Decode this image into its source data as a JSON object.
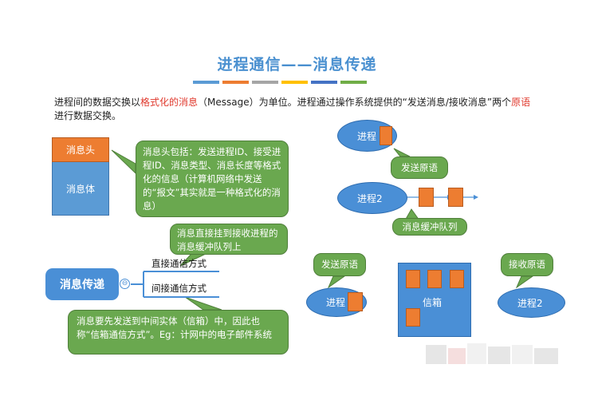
{
  "title": "进程通信——消息传递",
  "stripe_colors": [
    "#5b9bd5",
    "#ed7d31",
    "#a5a5a5",
    "#ffc000",
    "#4472c4",
    "#70ad47"
  ],
  "intro": {
    "part1": "进程间的数据交换以",
    "highlight1": "格式化的消息",
    "part2": "（Message）为单位。进程通过操作系统提供的“发送消息/接收消息”两个",
    "highlight2": "原语",
    "part3": "进行数据交换。"
  },
  "message_block": {
    "header": "消息头",
    "body": "消息体"
  },
  "header_callout": "消息头包括：发送进程ID、接受进程ID、消息类型、消息长度等格式化的信息（计算机网络中发送的“报文”其实就是一种格式化的消息）",
  "mindmap": {
    "root": "消息传递",
    "collapse_symbol": "⊖",
    "branch_direct": "直接通信方式",
    "branch_indirect": "间接通信方式",
    "direct_note": "消息直接挂到接收进程的消息缓冲队列上",
    "indirect_note": "消息要先发送到中间实体（信箱）中，因此也称“信箱通信方式”。Eg：计网中的电子邮件系统"
  },
  "direct_diagram": {
    "process1": "进程",
    "send_primitive": "发送原语",
    "process2": "进程2",
    "queue_label": "消息缓冲队列"
  },
  "mailbox_diagram": {
    "send_primitive": "发送原语",
    "receive_primitive": "接收原语",
    "sender": "进程",
    "mailbox": "信箱",
    "receiver": "进程2"
  },
  "colors": {
    "title": "#4a90d0",
    "highlight": "#e03a2e",
    "orange": "#ed7d31",
    "blue": "#4a8fd6",
    "green": "#6aa84f"
  }
}
